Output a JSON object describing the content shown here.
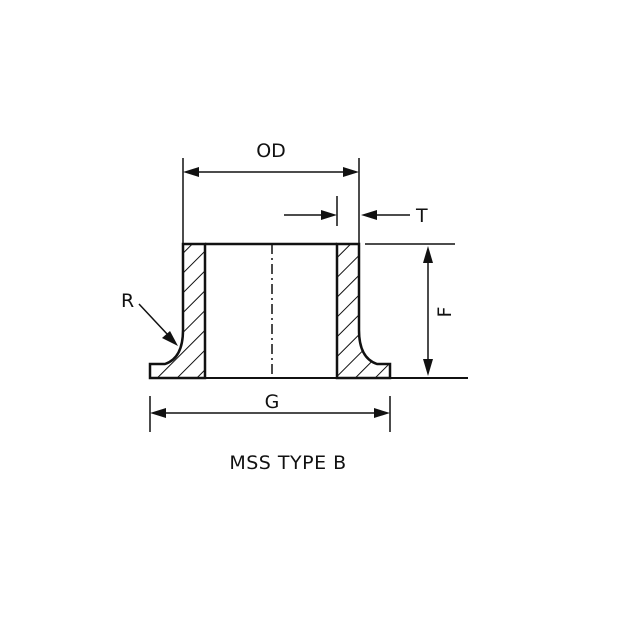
{
  "colors": {
    "line": "#111111",
    "background": "#ffffff"
  },
  "labels": {
    "outside_diameter": "OD",
    "wall_thickness": "T",
    "radius": "R",
    "height": "F",
    "base_diameter": "G"
  },
  "caption": "MSS TYPE B"
}
